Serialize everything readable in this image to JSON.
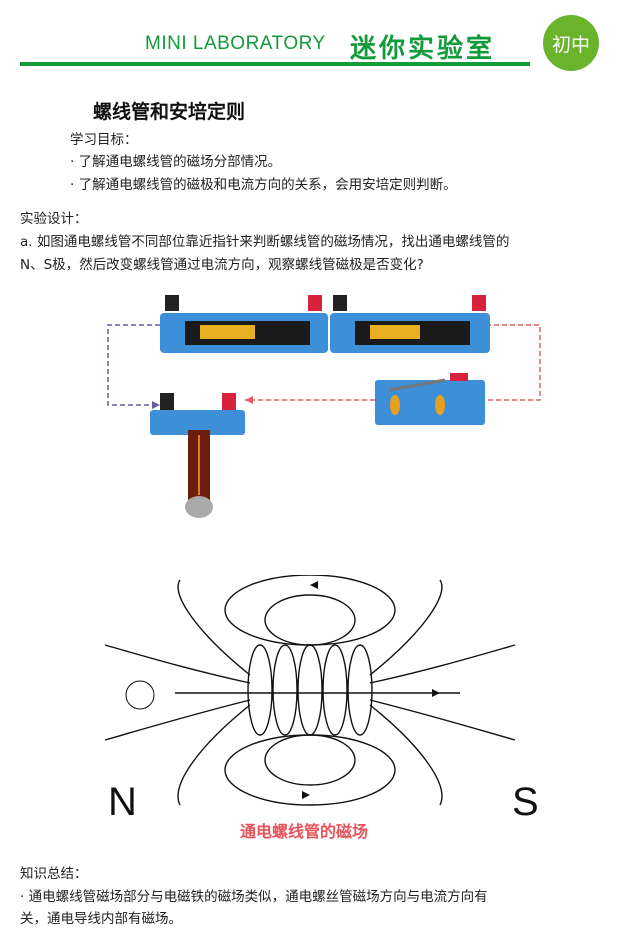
{
  "header": {
    "english": "MINI LABORATORY",
    "chinese": "迷你实验室",
    "badge": "初中",
    "accent": "#139a3b",
    "badge_color": "#6ab42c"
  },
  "title": "螺线管和安培定则",
  "objectives": {
    "label": "学习目标：",
    "items": [
      "· 了解通电螺线管的磁场分部情况。",
      "· 了解通电螺线管的磁极和电流方向的关系，会用安培定则判断。"
    ]
  },
  "design": {
    "label": "实验设计：",
    "lines": [
      "a. 如图通电螺线管不同部位靠近指针来判断螺线管的磁场情况，找出通电螺线管的",
      "N、S极，然后改变螺线管通过电流方向，观察螺线管磁极是否变化?"
    ]
  },
  "figure": {
    "pole_n": "N",
    "pole_s": "S",
    "caption": "通电螺线管的磁场",
    "caption_color": "#e4565c"
  },
  "summary": {
    "label": "知识总结：",
    "lines": [
      "· 通电螺线管磁场部分与电磁铁的磁场类似，通电螺丝管磁场方向与电流方向有",
      "关，通电导线内部有磁场。"
    ]
  }
}
